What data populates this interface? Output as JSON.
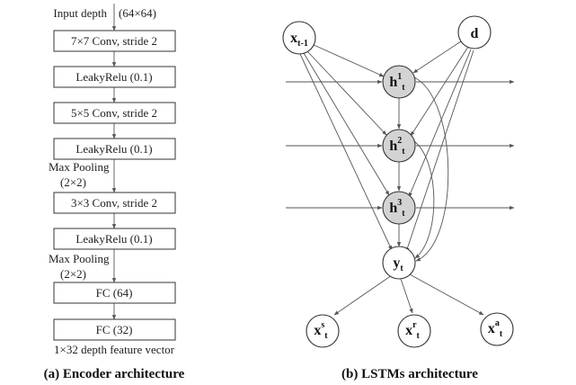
{
  "encoder": {
    "input_label": "Input depth",
    "input_size": "(64×64)",
    "layers": [
      "7×7 Conv, stride 2",
      "LeakyRelu (0.1)",
      "5×5 Conv, stride 2",
      "LeakyRelu (0.1)",
      "3×3 Conv, stride 2",
      "LeakyRelu (0.1)",
      "FC (64)",
      "FC (32)"
    ],
    "pool1": {
      "line1": "Max Pooling",
      "line2": "(2×2)"
    },
    "pool2": {
      "line1": "Max Pooling",
      "line2": "(2×2)"
    },
    "output_label": "1×32 depth feature vector",
    "caption": "(a) Encoder architecture"
  },
  "lstm": {
    "caption": "(b) LSTMs architecture",
    "nodes": {
      "x_prev": {
        "base": "x",
        "sub": "t-1",
        "fill": "#ffffff"
      },
      "d": {
        "base": "d",
        "fill": "#ffffff"
      },
      "h1": {
        "base": "h",
        "sup": "1",
        "sub": "t",
        "fill": "#d3d3d3"
      },
      "h2": {
        "base": "h",
        "sup": "2",
        "sub": "t",
        "fill": "#d3d3d3"
      },
      "h3": {
        "base": "h",
        "sup": "3",
        "sub": "t",
        "fill": "#d3d3d3"
      },
      "y": {
        "base": "y",
        "sub": "t",
        "fill": "#ffffff"
      },
      "xs": {
        "base": "x",
        "sup": "s",
        "sub": "t",
        "fill": "#ffffff"
      },
      "xr": {
        "base": "x",
        "sup": "r",
        "sub": "t",
        "fill": "#ffffff"
      },
      "xa": {
        "base": "x",
        "sup": "a",
        "sub": "t",
        "fill": "#ffffff"
      }
    }
  },
  "colors": {
    "stroke": "#333333",
    "hidden_fill": "#d3d3d3",
    "edge": "#555555"
  }
}
